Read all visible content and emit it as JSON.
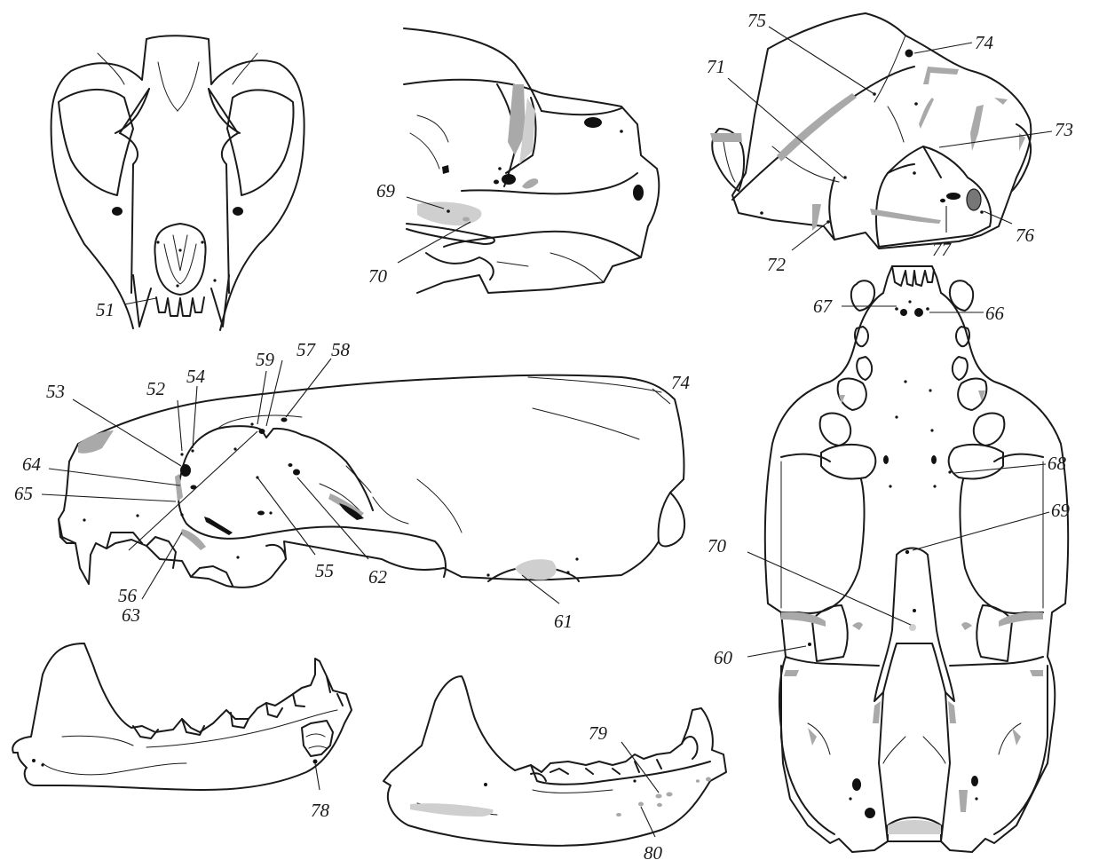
{
  "plate": {
    "views": [
      {
        "id": "skull-anterior-view",
        "labels": [
          "51"
        ]
      },
      {
        "id": "basicranium-ventrolateral-view",
        "labels": [
          "69",
          "70"
        ]
      },
      {
        "id": "braincase-posterior-view",
        "labels": [
          "75",
          "74",
          "71",
          "73",
          "72",
          "77",
          "76"
        ]
      },
      {
        "id": "skull-lateral-view",
        "labels": [
          "53",
          "52",
          "54",
          "59",
          "57",
          "58",
          "74",
          "64",
          "65",
          "56",
          "63",
          "55",
          "62",
          "61"
        ]
      },
      {
        "id": "skull-ventral-view",
        "labels": [
          "67",
          "66",
          "68",
          "69",
          "70",
          "60"
        ]
      },
      {
        "id": "mandible-lateral-view",
        "labels": [
          "78"
        ]
      },
      {
        "id": "mandible-medial-view",
        "labels": [
          "79",
          "80"
        ]
      }
    ]
  },
  "colors": {
    "line": "#1a1a1a",
    "shade": "#a9a9a9",
    "light_shade": "#cfcfcf",
    "foramen": "#111111",
    "background": "#ffffff"
  }
}
